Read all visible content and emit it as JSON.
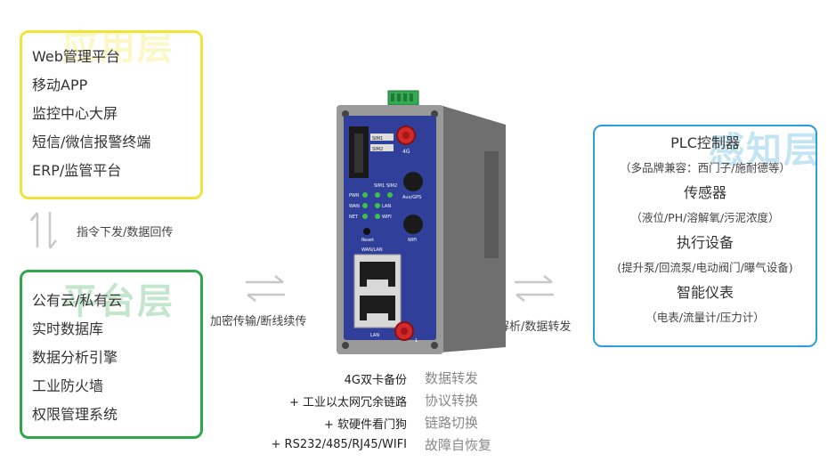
{
  "application_layer": {
    "watermark": "应用层",
    "items": [
      "Web管理平台",
      "移动APP",
      "监控中心大屏",
      "短信/微信报警终端",
      "ERP/监管平台"
    ]
  },
  "platform_layer": {
    "watermark": "平台层",
    "items": [
      "公有云/私有云",
      "实时数据库",
      "数据分析引擎",
      "工业防火墙",
      "权限管理系统"
    ]
  },
  "field_layer": {
    "watermark": "感知层",
    "rows": [
      {
        "type": "head",
        "text": "PLC控制器"
      },
      {
        "type": "sub",
        "text": "（多品牌兼容：西门子/施耐德等）"
      },
      {
        "type": "head",
        "text": "传感器"
      },
      {
        "type": "sub",
        "text": "（液位/PH/溶解氧/污泥浓度）"
      },
      {
        "type": "head",
        "text": "执行设备"
      },
      {
        "type": "sub",
        "text": "(提升泵/回流泵/电动阀门/曝气设备)"
      },
      {
        "type": "head",
        "text": "智能仪表"
      },
      {
        "type": "sub",
        "text": "（电表/流量计/压力计）"
      }
    ]
  },
  "connectors": {
    "vertical_label": "指令下发/数据回传",
    "left_label": "加密传输/断线续传",
    "right_label": "协议解析/数据转发"
  },
  "device": {
    "sim1": "SIM1",
    "sim2": "SIM2",
    "sim_slot1": "SIM1",
    "sim_slot2": "SIM2",
    "ant_4g": "4G",
    "leds": [
      "PWR",
      "WAN",
      "NET"
    ],
    "leds_mid": [
      "",
      "",
      ""
    ],
    "leds_right": [
      "",
      "LAN",
      "WIFI"
    ],
    "gps": "Aux/GPS",
    "wifi": "WiFi",
    "reset": "Reset",
    "wan_lan": "WAN/LAN",
    "lan": "LAN",
    "ant_bottom": "1"
  },
  "features": {
    "left": [
      "4G双卡备份",
      "+ 工业以太网冗余链路",
      "+ 软硬件看门狗",
      "+ RS232/485/RJ45/WIFI"
    ],
    "right": [
      "数据转发",
      "协议转换",
      "链路切换",
      "故障自恢复"
    ]
  },
  "colors": {
    "application": "#f2e33a",
    "platform": "#2fa74a",
    "field": "#2c9fd6",
    "device_body": "#2f3f9a",
    "device_frame": "#8a8a8a"
  }
}
